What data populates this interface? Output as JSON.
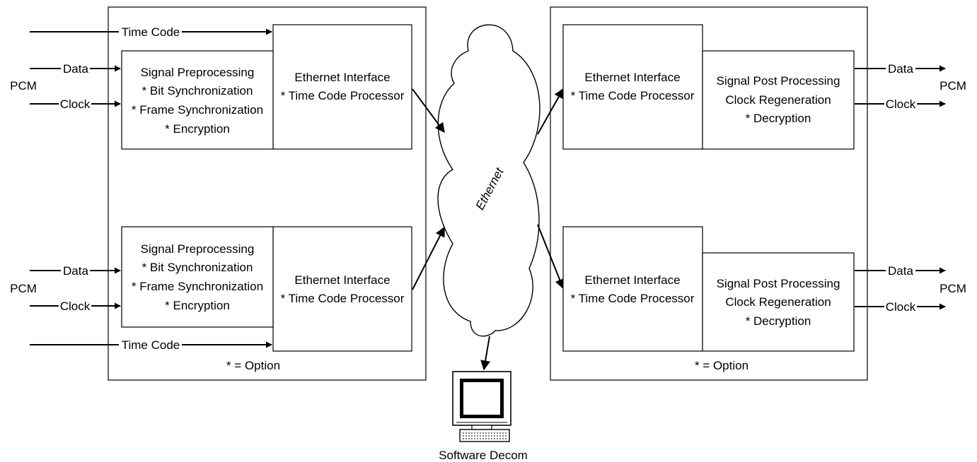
{
  "left": {
    "time_code": "Time Code",
    "data": "Data",
    "clock": "Clock",
    "pcm": "PCM",
    "pre_title": "Signal Preprocessing",
    "pre_l1": "* Bit Synchronization",
    "pre_l2": "* Frame Synchronization",
    "pre_l3": "* Encryption",
    "eth_title": "Ethernet Interface",
    "eth_l1": "* Time Code Processor",
    "option": "* = Option"
  },
  "right": {
    "data": "Data",
    "clock": "Clock",
    "pcm": "PCM",
    "eth_title": "Ethernet Interface",
    "eth_l1": "* Time Code Processor",
    "post_title": "Signal Post Processing",
    "post_l1": "Clock Regeneration",
    "post_l2": "* Decryption",
    "option": "* = Option"
  },
  "network": {
    "label": "Ethernet"
  },
  "computer": {
    "label": "Software Decom"
  }
}
